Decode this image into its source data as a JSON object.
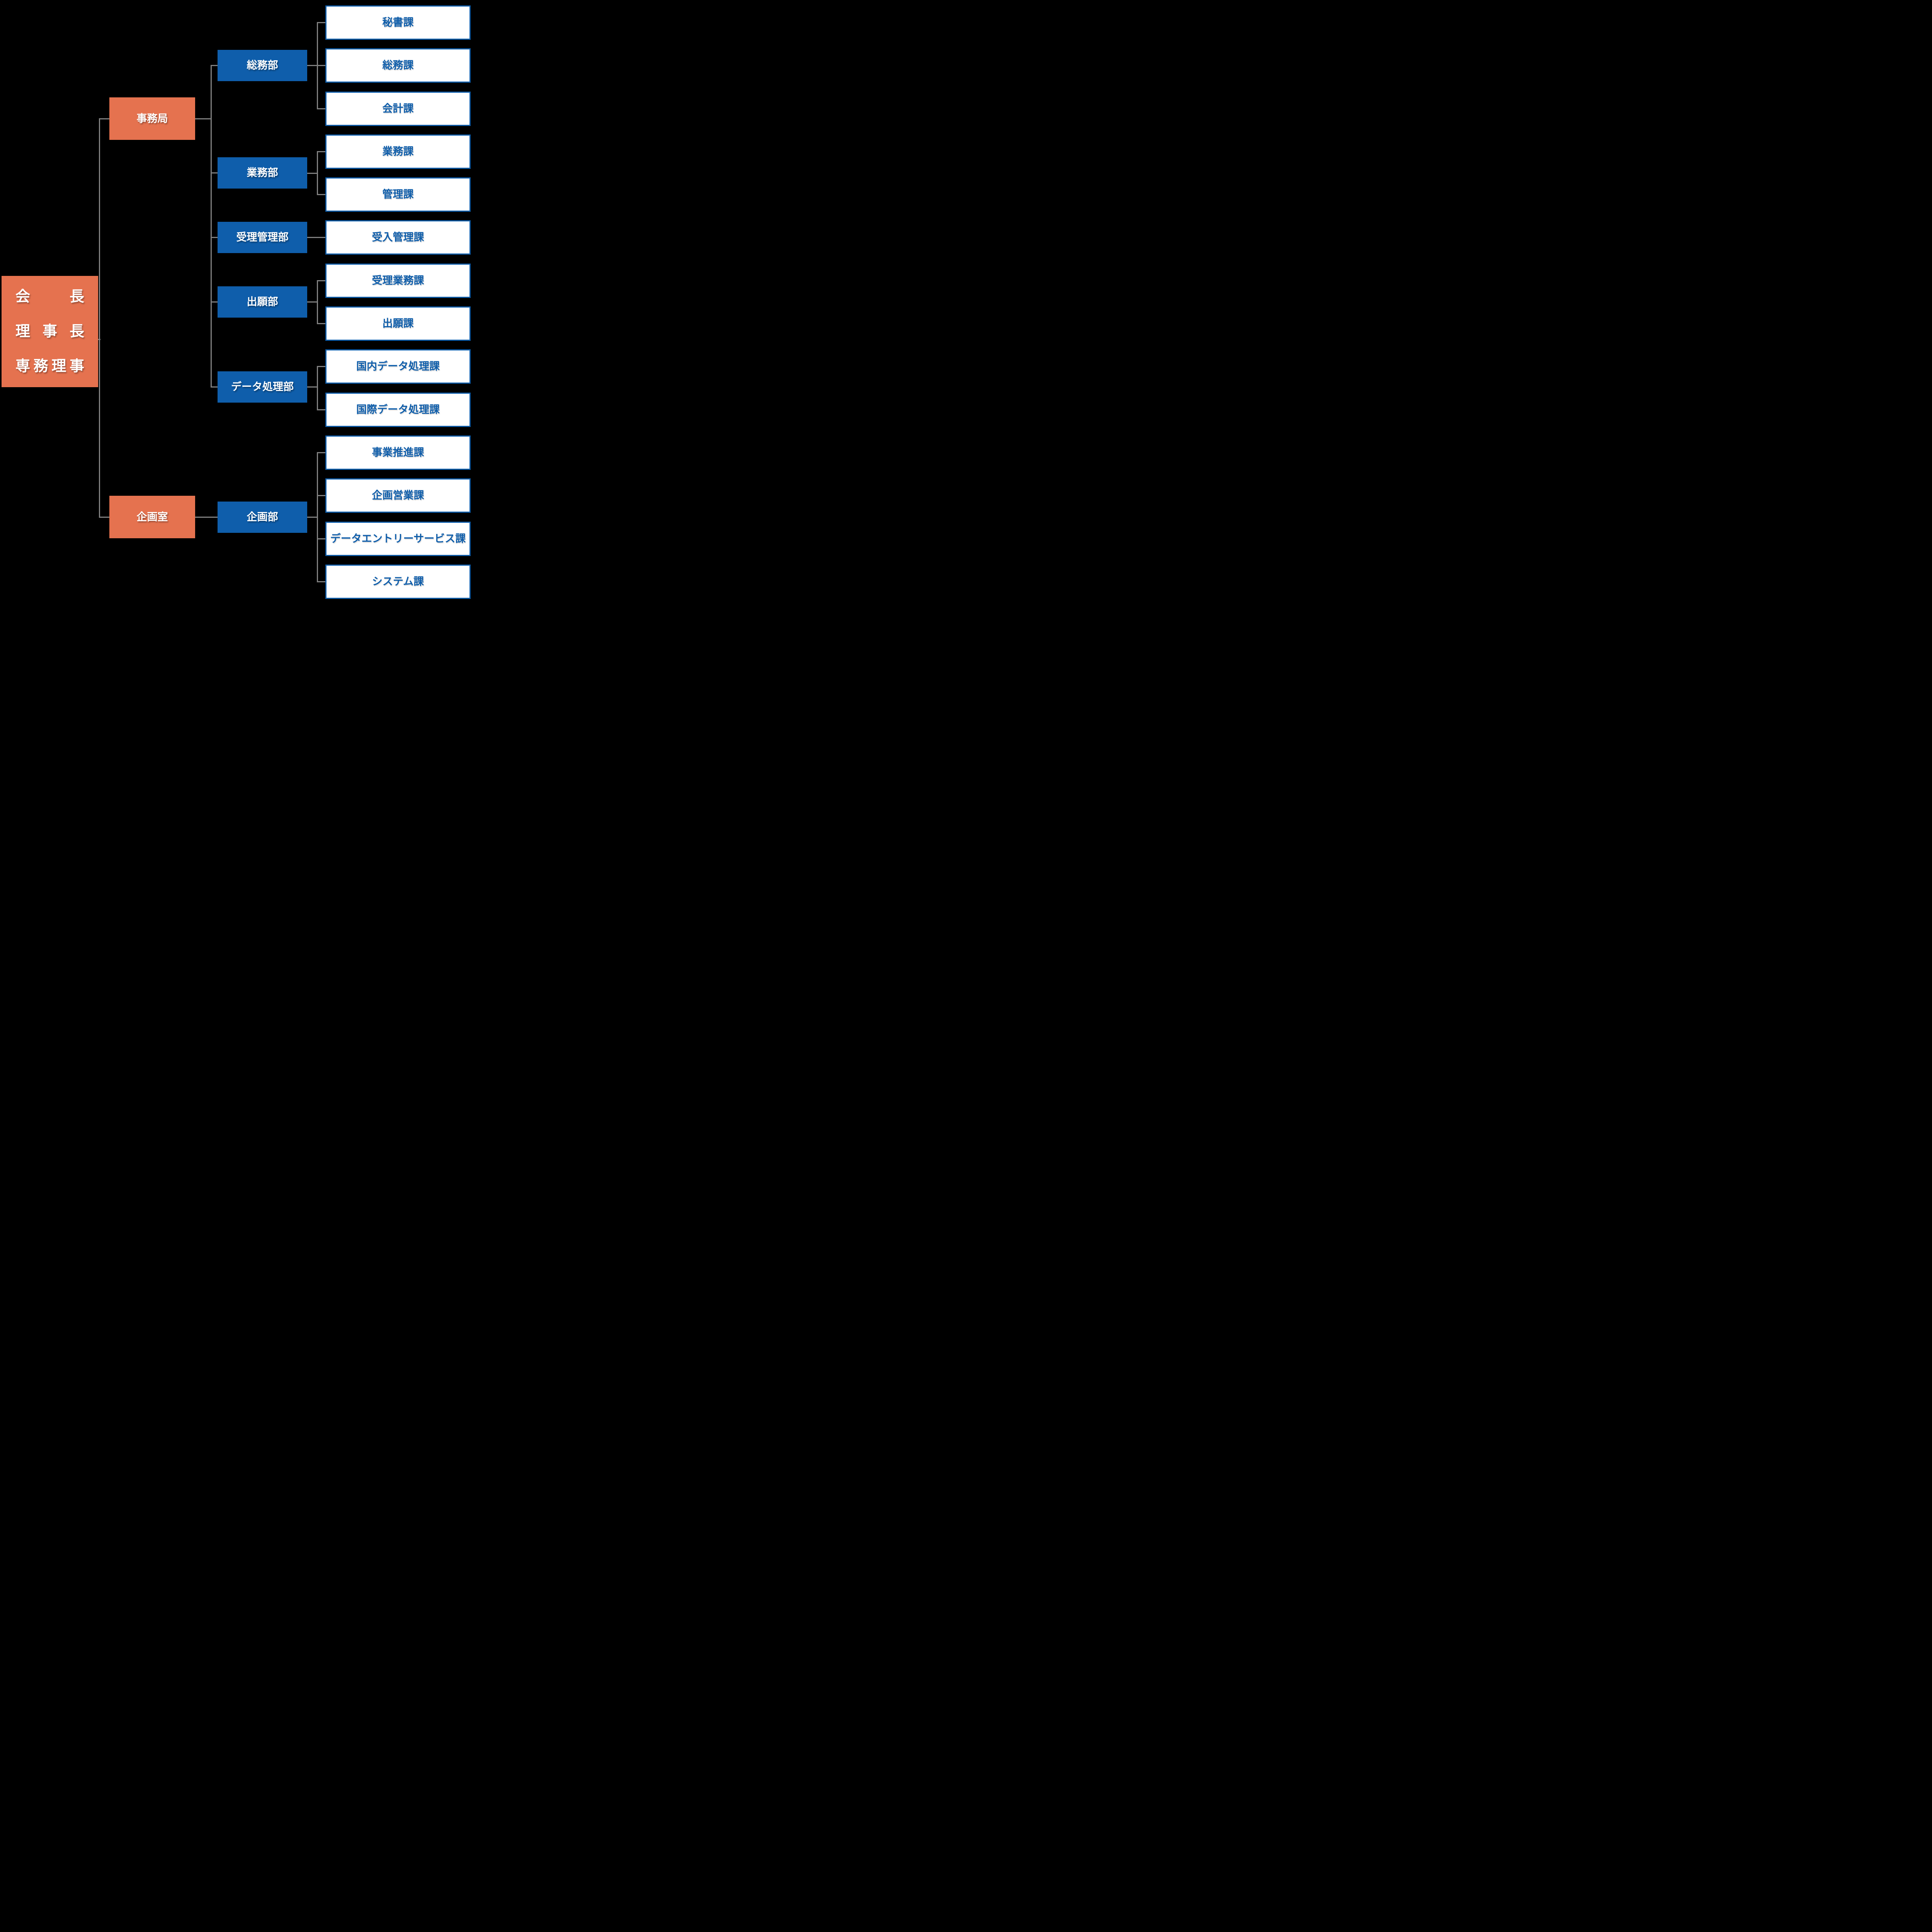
{
  "diagram": {
    "executive": {
      "lines": [
        "会長",
        "理事長",
        "専務理事"
      ]
    },
    "structure": [
      {
        "label": "事務局",
        "children": [
          {
            "label": "総務部",
            "children": [
              "秘書課",
              "総務課",
              "会計課"
            ]
          },
          {
            "label": "業務部",
            "children": [
              "業務課",
              "管理課"
            ]
          },
          {
            "label": "受理管理部",
            "children": [
              "受入管理課"
            ]
          },
          {
            "label": "出願部",
            "children": [
              "受理業務課",
              "出願課"
            ]
          },
          {
            "label": "データ処理部",
            "children": [
              "国内データ処理課",
              "国際データ処理課"
            ]
          }
        ]
      },
      {
        "label": "企画室",
        "children": [
          {
            "label": "企画部",
            "children": [
              "事業推進課",
              "企画営業課",
              "データエントリーサービス課",
              "システム課"
            ]
          }
        ]
      }
    ],
    "colors": {
      "orange": "#E5724F",
      "blue": "#0F5EAB",
      "line": "#808080",
      "background": "#000000"
    }
  }
}
